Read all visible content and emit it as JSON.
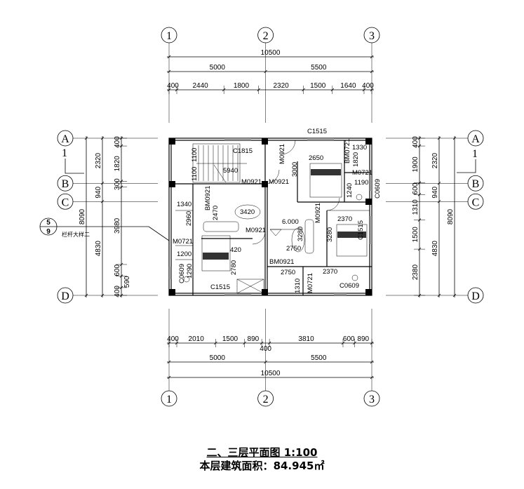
{
  "axes": {
    "columns": [
      "1",
      "2",
      "3"
    ],
    "rows": [
      "A",
      "B",
      "C",
      "D"
    ]
  },
  "dimensions": {
    "top": {
      "total": "10500",
      "bays": [
        "5000",
        "5500"
      ],
      "detail": [
        "400",
        "2440",
        "1800",
        "2320",
        "1500",
        "1640",
        "400"
      ]
    },
    "bottom": {
      "total": "10500",
      "bays": [
        "5000",
        "5500"
      ],
      "detail": [
        "400",
        "2010",
        "1500",
        "890",
        "400",
        "3810",
        "600",
        "890"
      ]
    },
    "left": {
      "total": "8090",
      "bays": [
        "2320",
        "940",
        "4830"
      ],
      "detail": [
        "400",
        "1820",
        "300",
        "3980",
        "600",
        "590",
        "400"
      ]
    },
    "right": {
      "total": "8090",
      "bays": [
        "2320",
        "940",
        "4830"
      ],
      "detail": [
        "400",
        "1900",
        "600",
        "1310",
        "1500",
        "2380"
      ]
    }
  },
  "section_marks": {
    "left": "1",
    "right": "1"
  },
  "detail_callout": {
    "number": "5",
    "sheet": "9",
    "label": "栏杆大样二"
  },
  "plan": {
    "labels": [
      "C1515",
      "C1815",
      "1100",
      "1100",
      "5940",
      "M0921",
      "2650",
      "BM0721",
      "1330",
      "1820",
      "M0721",
      "3000",
      "M0921",
      "M0921",
      "1190",
      "1240",
      "C0609",
      "BM0921",
      "1340",
      "2470",
      "3420",
      "2960",
      "M0921",
      "2370",
      "6.000",
      "M0921",
      "3280",
      "3280",
      "C1515",
      "M0721",
      "2750",
      "1200",
      "420",
      "2780",
      "BM0921",
      "C0609",
      "1290",
      "2750",
      "2370",
      "1310",
      "M0721",
      "C0609",
      "C1515"
    ]
  },
  "title": {
    "name": "二、三层平面图",
    "scale": "1:100",
    "area_label": "本层建筑面积：",
    "area_value": "84.945㎡"
  }
}
